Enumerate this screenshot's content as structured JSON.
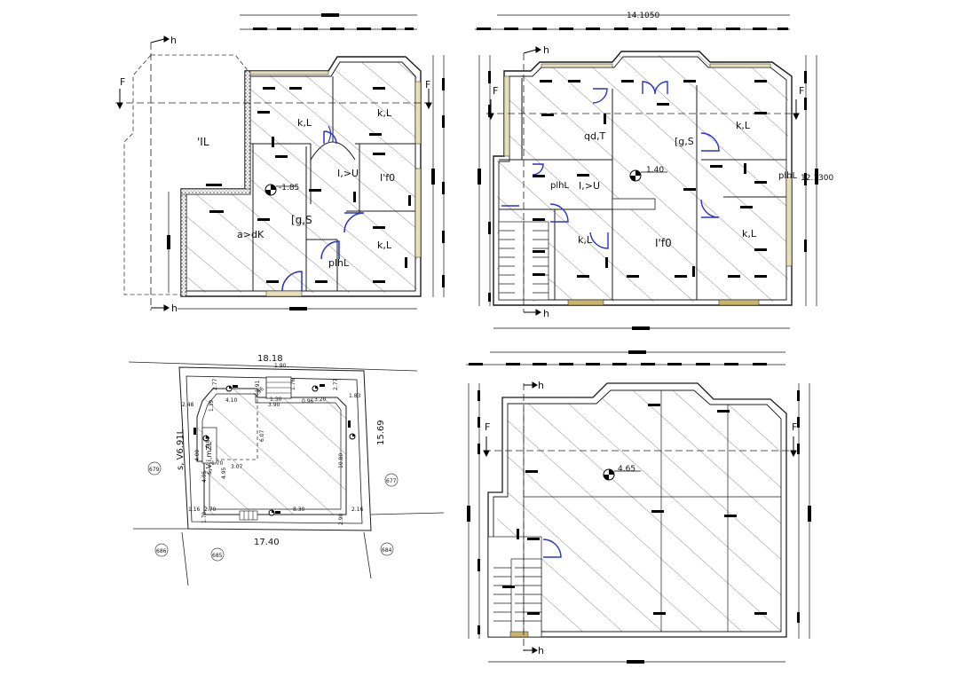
{
  "colors": {
    "line": "#1a1a1a",
    "hatch": "#6e6e6e",
    "wall_fill": "#f3f1ea",
    "door": "#2a33c8",
    "accent_yellow": "#c9b46a",
    "dim_block": "#000000"
  },
  "icons": [
    "level-marker-icon",
    "section-arrow-icon",
    "door-swing-icon"
  ],
  "plan_tl": {
    "section_h_top": "h",
    "section_h_bottom": "h",
    "section_f": "F",
    "section_f_right": "F",
    "room_left": "'IL",
    "level": "-1.85",
    "rooms": [
      "k,L",
      "k,L",
      "I,>U",
      "I'f0",
      "[g,S",
      "a>dK",
      "k,L",
      "plhL"
    ]
  },
  "plan_tr": {
    "width_label": "14.1050",
    "height_label": "12.1300",
    "section_h_top": "h",
    "section_h_bottom": "h",
    "section_f_left": "F",
    "section_f_right": "F",
    "level": "1.40",
    "rooms": [
      "qd,T",
      "k,L",
      "[g,S",
      "plhL",
      "I,>U",
      "plhL",
      "k,L",
      "I'f0",
      "k,L"
    ]
  },
  "site": {
    "top_label": "18.18",
    "bottom_label": "17.40",
    "right_label": "15.69",
    "left_label": "s, V6.91L",
    "plot_numbers": [
      "679",
      "677",
      "686",
      "685",
      "684"
    ],
    "dims": [
      "1.90",
      "1.91",
      "1.76",
      "2.77",
      "2.77",
      "1.83",
      "2.48",
      "4.10",
      "3.20",
      "0.96",
      "1.30",
      "1.96",
      "3.90",
      "6.07",
      "3.07",
      "10.80",
      "4.95",
      "4.95",
      "1.70",
      "1.16",
      "2.70",
      "8.30",
      "2.16",
      "1.70",
      "2.90",
      "1.39",
      "4.00",
      "0.80"
    ],
    "street_label": "s,V,i,mZL"
  },
  "plan_br": {
    "section_h_top": "h",
    "section_h_bottom": "h",
    "section_f_left": "F",
    "section_f_right": "F",
    "level": "4.65"
  }
}
